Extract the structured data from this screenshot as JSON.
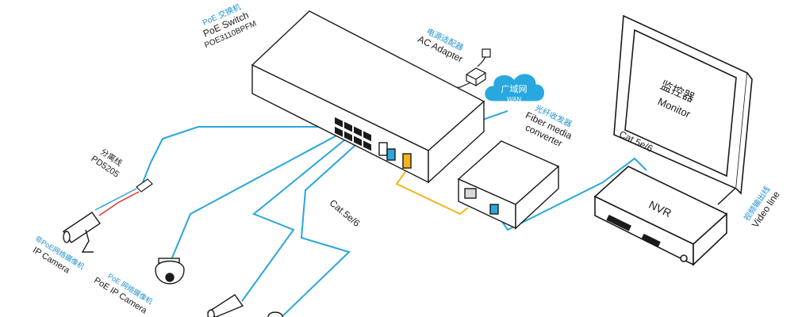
{
  "colors": {
    "cable_blue": "#2aa6dc",
    "cable_yellow": "#f2b51c",
    "label_cn_blue": "#1c8fd0",
    "line_black": "#1a1a1a",
    "cloud_blue": "#29a8e0"
  },
  "devices": {
    "switch": {
      "cn": "PoE 交换机",
      "en": "PoE  Switch",
      "model": "POE3110BPFM"
    },
    "adapter": {
      "cn": "电源适配器",
      "en": "AC Adapter"
    },
    "wan": {
      "cn": "广域网",
      "en": "WAN"
    },
    "fiber": {
      "cn": "光纤收发器",
      "en1": "Fiber media",
      "en2": "converter"
    },
    "monitor": {
      "cn": "监控器",
      "en": "Monitor"
    },
    "nvr": {
      "en": "NVR"
    },
    "video_line": {
      "cn": "视频输出线",
      "en": "Video line"
    },
    "splitter": {
      "cn": "分离线",
      "en": "PD5205"
    },
    "ip_camera": {
      "cn": "非PoE网络摄像机",
      "en": "IP Camera"
    },
    "poe_camera": {
      "cn": "PoE 网络摄像机",
      "en": "PoE IP Camera"
    }
  },
  "cables": {
    "cat_nvr": "Cat.5e/6",
    "cat_cam": "Cat.5e/6"
  }
}
